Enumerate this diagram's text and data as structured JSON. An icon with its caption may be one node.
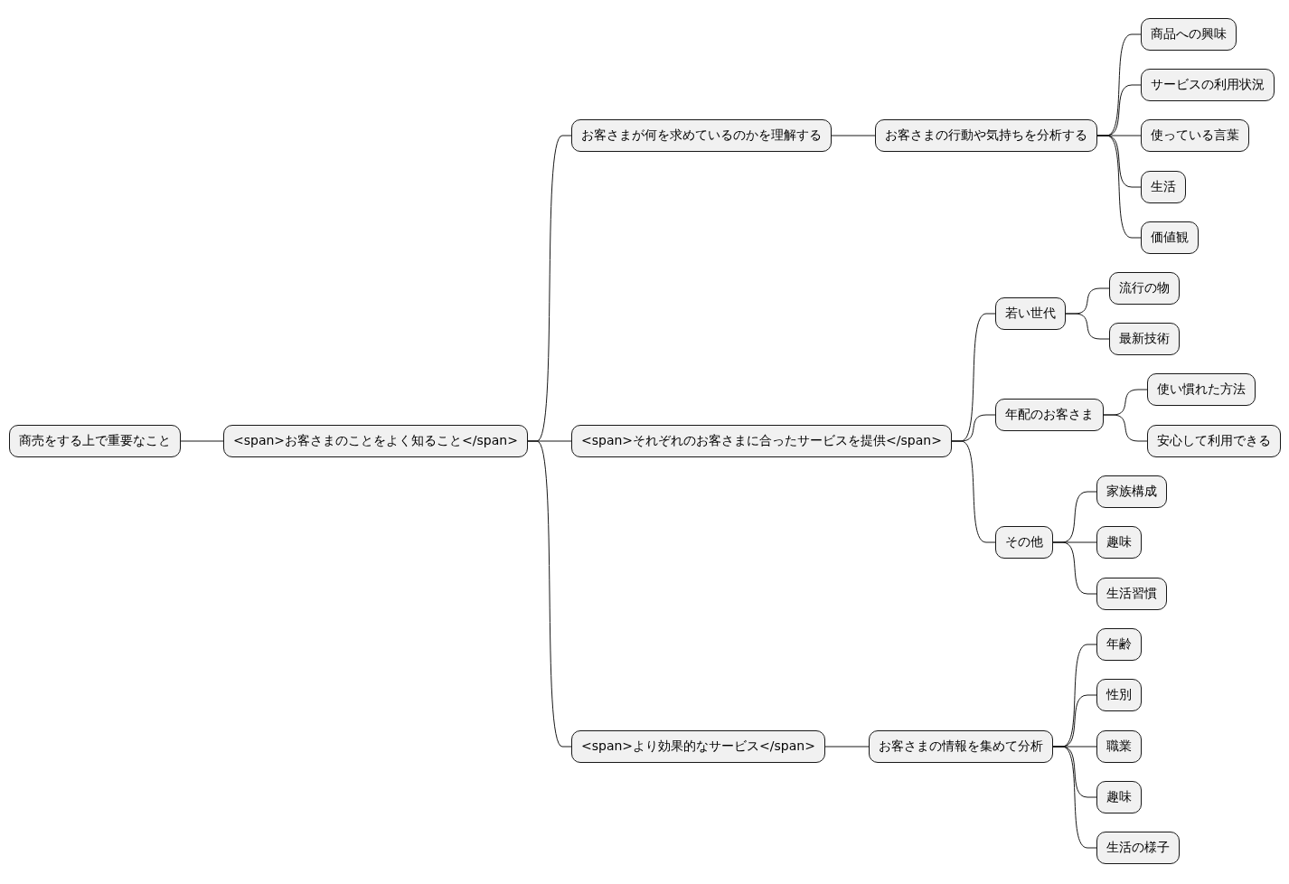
{
  "diagram": {
    "nodes": [
      {
        "text": [
          "商売をする上で重要なこと"
        ]
      },
      {
        "text": [
          "<span>お客さまのことをよく知ること</span>"
        ]
      },
      {
        "text": [
          "お客さまが何を求めているのかを理解する"
        ]
      },
      {
        "text": [
          "お客さまの行動や気持ちを分析する"
        ]
      },
      {
        "text": [
          "商品への興味"
        ]
      },
      {
        "text": [
          "サービスの利用状況"
        ]
      },
      {
        "text": [
          "使っている言葉"
        ]
      },
      {
        "text": [
          "生活"
        ]
      },
      {
        "text": [
          "価値観"
        ]
      },
      {
        "text": [
          "<span>それぞれのお客さまに合ったサービスを提供</span>"
        ]
      },
      {
        "text": [
          "若い世代"
        ]
      },
      {
        "text": [
          "流行の物"
        ]
      },
      {
        "text": [
          "最新技術"
        ]
      },
      {
        "text": [
          "年配のお客さま"
        ]
      },
      {
        "text": [
          "使い慣れた方法"
        ]
      },
      {
        "text": [
          "安心して利用できる"
        ]
      },
      {
        "text": [
          "その他"
        ]
      },
      {
        "text": [
          "家族構成"
        ]
      },
      {
        "text": [
          "趣味"
        ]
      },
      {
        "text": [
          "生活習慣"
        ]
      },
      {
        "text": [
          "<span>より効果的なサービス</span>"
        ]
      },
      {
        "text": [
          "お客さまの情報を集めて分析"
        ]
      },
      {
        "text": [
          "年齢"
        ]
      },
      {
        "text": [
          "性別"
        ]
      },
      {
        "text": [
          "職業"
        ]
      },
      {
        "text": [
          "趣味"
        ]
      },
      {
        "text": [
          "生活の様子"
        ]
      }
    ],
    "edges": [
      {
        "from": 0,
        "to": 1,
        "arrow": "none"
      },
      {
        "from": 1,
        "to": 2,
        "arrow": "none"
      },
      {
        "from": 2,
        "to": 3,
        "arrow": "none"
      },
      {
        "from": 3,
        "to": 4,
        "arrow": "none"
      },
      {
        "from": 3,
        "to": 5,
        "arrow": "none"
      },
      {
        "from": 3,
        "to": 6,
        "arrow": "none"
      },
      {
        "from": 3,
        "to": 7,
        "arrow": "none"
      },
      {
        "from": 3,
        "to": 8,
        "arrow": "none"
      },
      {
        "from": 1,
        "to": 9,
        "arrow": "none"
      },
      {
        "from": 9,
        "to": 10,
        "arrow": "none"
      },
      {
        "from": 10,
        "to": 11,
        "arrow": "none"
      },
      {
        "from": 10,
        "to": 12,
        "arrow": "none"
      },
      {
        "from": 9,
        "to": 13,
        "arrow": "none"
      },
      {
        "from": 13,
        "to": 14,
        "arrow": "none"
      },
      {
        "from": 13,
        "to": 15,
        "arrow": "none"
      },
      {
        "from": 9,
        "to": 16,
        "arrow": "none"
      },
      {
        "from": 16,
        "to": 17,
        "arrow": "none"
      },
      {
        "from": 16,
        "to": 18,
        "arrow": "none"
      },
      {
        "from": 16,
        "to": 19,
        "arrow": "none"
      },
      {
        "from": 1,
        "to": 20,
        "arrow": "none"
      },
      {
        "from": 20,
        "to": 21,
        "arrow": "none"
      },
      {
        "from": 21,
        "to": 22,
        "arrow": "none"
      },
      {
        "from": 21,
        "to": 23,
        "arrow": "none"
      },
      {
        "from": 21,
        "to": 24,
        "arrow": "none"
      },
      {
        "from": 21,
        "to": 25,
        "arrow": "none"
      },
      {
        "from": 21,
        "to": 26,
        "arrow": "none"
      }
    ]
  }
}
